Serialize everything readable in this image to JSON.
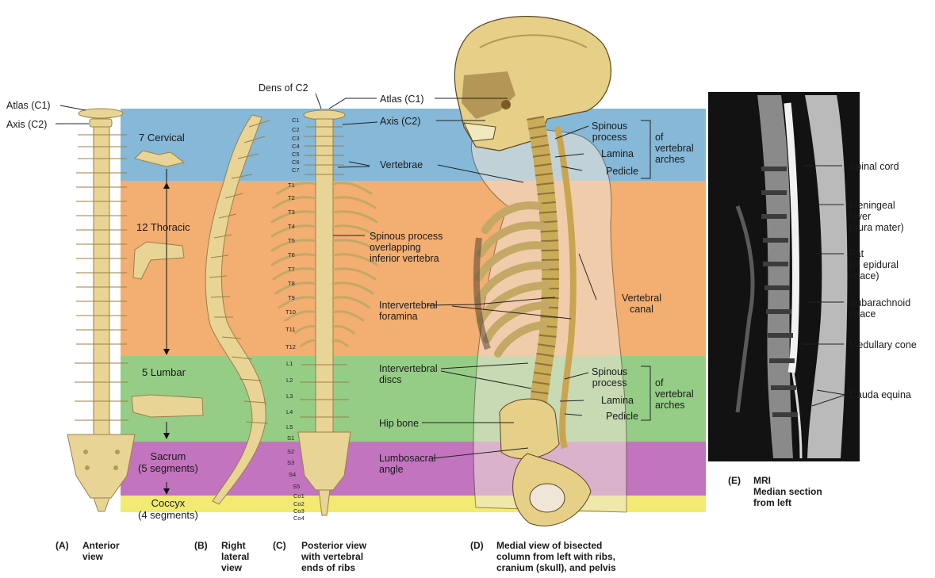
{
  "colors": {
    "cervical": "#86b8d8",
    "thoracic": "#f3ae72",
    "lumbar": "#95cd86",
    "sacrum": "#c274be",
    "coccyx": "#f2ea72",
    "bone": "#e8d595",
    "bone_shade": "#b59a55"
  },
  "regions": {
    "cervical": "7 Cervical",
    "thoracic": "12 Thoracic",
    "lumbar": "5 Lumbar",
    "sacrum": "Sacrum\n(5 segments)",
    "coccyx": "Coccyx\n(4 segments)"
  },
  "segment_labels": [
    "C1",
    "C2",
    "C3",
    "C4",
    "C5",
    "C6",
    "C7",
    "T1",
    "T2",
    "T3",
    "T4",
    "T5",
    "T6",
    "T7",
    "T8",
    "T9",
    "T10",
    "T11",
    "T12",
    "L1",
    "L2",
    "L3",
    "L4",
    "L5",
    "S1",
    "S2",
    "S3",
    "S4",
    "S5",
    "Co1",
    "Co2",
    "Co3",
    "Co4"
  ],
  "labels": {
    "atlas_c1_left": "Atlas (C1)",
    "axis_c2_left": "Axis (C2)",
    "dens_c2": "Dens of C2",
    "atlas_c1": "Atlas (C1)",
    "axis_c2": "Axis (C2)",
    "vertebrae": "Vertebrae",
    "spinous_overlap": "Spinous process\noverlapping\ninferior vertebra",
    "intervertebral_foramina": "Intervertebral\nforamina",
    "intervertebral_discs": "Intervertebral\ndiscs",
    "hip_bone": "Hip bone",
    "lumbosacral_angle": "Lumbosacral\nangle",
    "spinous_process_upper": "Spinous\nprocess",
    "lamina_upper": "Lamina",
    "pedicle_upper": "Pedicle",
    "arches_upper": "of\nvertebral\narches",
    "spinous_process_lower": "Spinous\nprocess",
    "lamina_lower": "Lamina",
    "pedicle_lower": "Pedicle",
    "arches_lower": "of\nvertebral\narches",
    "vertebral_canal": "Vertebral\ncanal",
    "spinal_cord": "Spinal cord",
    "meningeal_layer": "Meningeal\nlayer\n(dura mater)",
    "fat": "Fat\n(in epidural\nspace)",
    "subarachnoid": "Subarachnoid\nspace",
    "medullary_cone": "Medullary cone",
    "cauda_equina": "Cauda equina"
  },
  "captions": [
    {
      "letter": "(A)",
      "text": "Anterior\nview"
    },
    {
      "letter": "(B)",
      "text": "Right\nlateral\nview"
    },
    {
      "letter": "(C)",
      "text": "Posterior view\nwith vertebral\nends of ribs"
    },
    {
      "letter": "(D)",
      "text": "Medial view of bisected\ncolumn from left with ribs,\ncranium (skull), and pelvis"
    },
    {
      "letter": "(E)",
      "text": "MRI\nMedian section\nfrom left"
    }
  ]
}
